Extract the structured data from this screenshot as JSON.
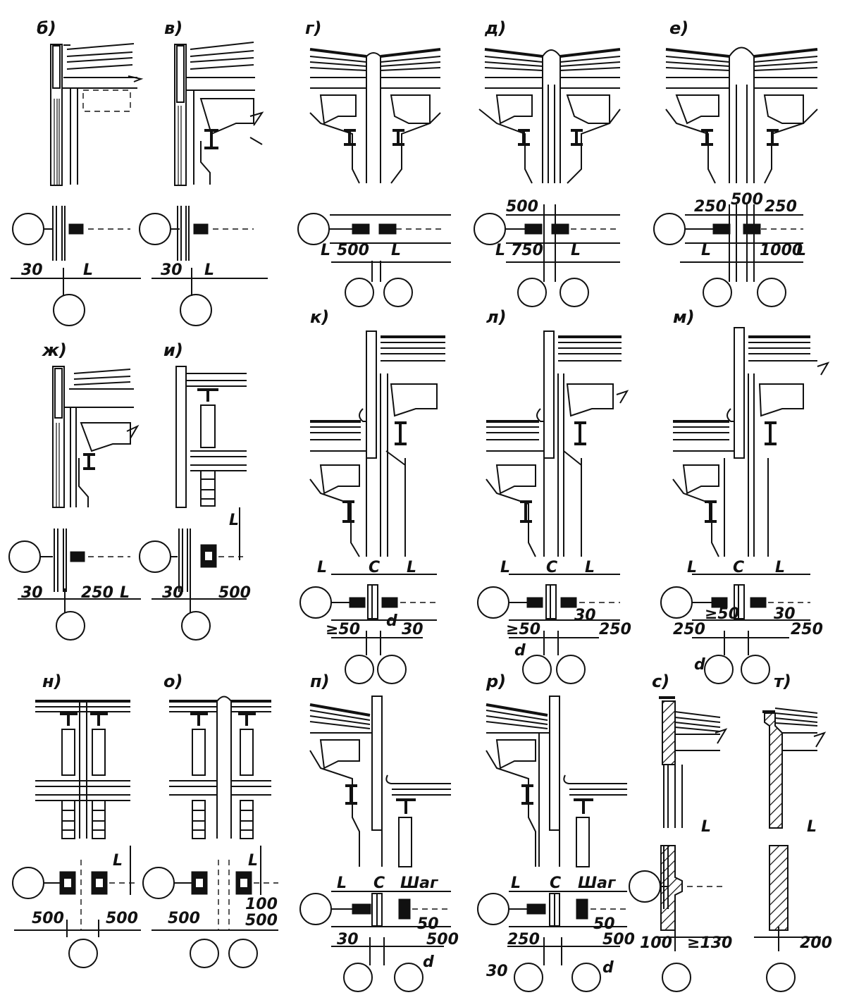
{
  "panels": [
    {
      "id": "b",
      "letter": "б)",
      "dims": [
        "30",
        "L"
      ]
    },
    {
      "id": "v",
      "letter": "в)",
      "dims": [
        "30",
        "L"
      ]
    },
    {
      "id": "g",
      "letter": "г)",
      "dims": [
        "L",
        "500",
        "L"
      ]
    },
    {
      "id": "d",
      "letter": "д)",
      "dims": [
        "500",
        "L",
        "750",
        "L"
      ]
    },
    {
      "id": "e",
      "letter": "е)",
      "dims": [
        "250",
        "500",
        "250",
        "L",
        "1000",
        "L"
      ]
    },
    {
      "id": "zh",
      "letter": "ж)",
      "dims": [
        "30",
        "250",
        "L"
      ]
    },
    {
      "id": "i",
      "letter": "и)",
      "dims": [
        "30",
        "500",
        "L"
      ]
    },
    {
      "id": "k",
      "letter": "к)",
      "dims": [
        "L",
        "C",
        "L",
        "≥50",
        "d",
        "30"
      ]
    },
    {
      "id": "l",
      "letter": "л)",
      "dims": [
        "L",
        "C",
        "L",
        "≥50",
        "30",
        "250",
        "d"
      ]
    },
    {
      "id": "m",
      "letter": "м)",
      "dims": [
        "L",
        "C",
        "L",
        "≥50",
        "30",
        "250",
        "250",
        "d"
      ]
    },
    {
      "id": "n",
      "letter": "н)",
      "dims": [
        "L",
        "500",
        "500"
      ]
    },
    {
      "id": "o",
      "letter": "о)",
      "dims": [
        "L",
        "500",
        "100",
        "500"
      ]
    },
    {
      "id": "p",
      "letter": "п)",
      "dims": [
        "L",
        "C",
        "Шаг",
        "30",
        "50",
        "500",
        "d"
      ]
    },
    {
      "id": "r",
      "letter": "р)",
      "dims": [
        "L",
        "C",
        "Шаг",
        "250",
        "50",
        "500",
        "30",
        "d"
      ]
    },
    {
      "id": "s",
      "letter": "с)",
      "dims": [
        "L",
        "100",
        "≥130"
      ]
    },
    {
      "id": "t",
      "letter": "т)",
      "dims": [
        "L",
        "200"
      ]
    }
  ]
}
